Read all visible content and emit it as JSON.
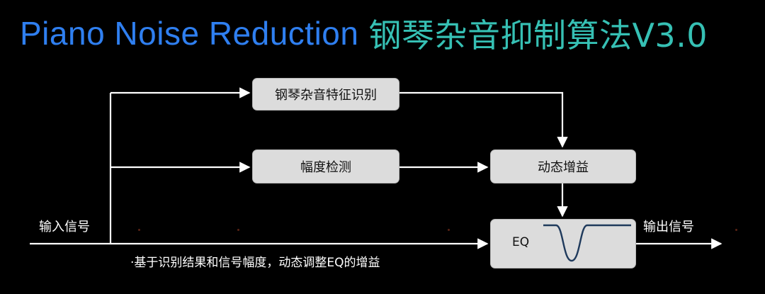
{
  "title": {
    "english": "Piano Noise Reduction",
    "chinese": "钢琴杂音抑制算法V3.0"
  },
  "diagram": {
    "boxes": {
      "noise_feature_recognition": "钢琴杂音特征识别",
      "amplitude_detection": "幅度检测",
      "dynamic_gain": "动态增益",
      "eq": "EQ"
    },
    "input_label": "输入信号",
    "output_label": "输出信号",
    "note": "·基于识别结果和信号幅度，动态调整EQ的增益"
  },
  "colors": {
    "background": "#000000",
    "title_english": "#2f7ff0",
    "title_chinese": "#36c0b4",
    "box_fill": "#dcdcdc",
    "wire": "#ffffff",
    "eq_curve": "#1f3a5c"
  }
}
